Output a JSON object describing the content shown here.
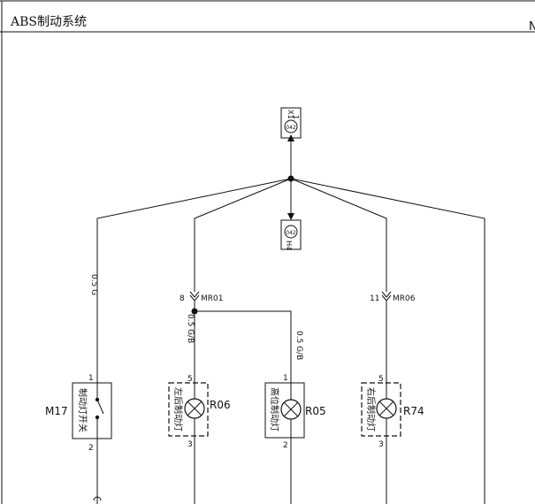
{
  "header": {
    "title": "ABS制动系统",
    "corner_text": "N"
  },
  "connectors": {
    "top": {
      "pin": "1",
      "id": "X1",
      "code": "042"
    },
    "mid": {
      "id": "H4",
      "code": "042"
    }
  },
  "branches": {
    "left_wire": "0.5 G",
    "mr01": {
      "pin": "8",
      "name": "MR01"
    },
    "mr06": {
      "pin": "11",
      "name": "MR06"
    },
    "wire_r06": "0.5 G/B",
    "wire_r05": "0.5 G/B"
  },
  "components": [
    {
      "id": "M17",
      "label": "制动灯开关",
      "pin_top": "1",
      "pin_bottom": "2"
    },
    {
      "id": "R06",
      "label": "左后制动灯",
      "pin_top": "5",
      "pin_bottom": "3"
    },
    {
      "id": "R05",
      "label": "高位制动灯",
      "pin_top": "1",
      "pin_bottom": "2"
    },
    {
      "id": "R74",
      "label": "右后制动灯",
      "pin_top": "5",
      "pin_bottom": "3"
    }
  ]
}
